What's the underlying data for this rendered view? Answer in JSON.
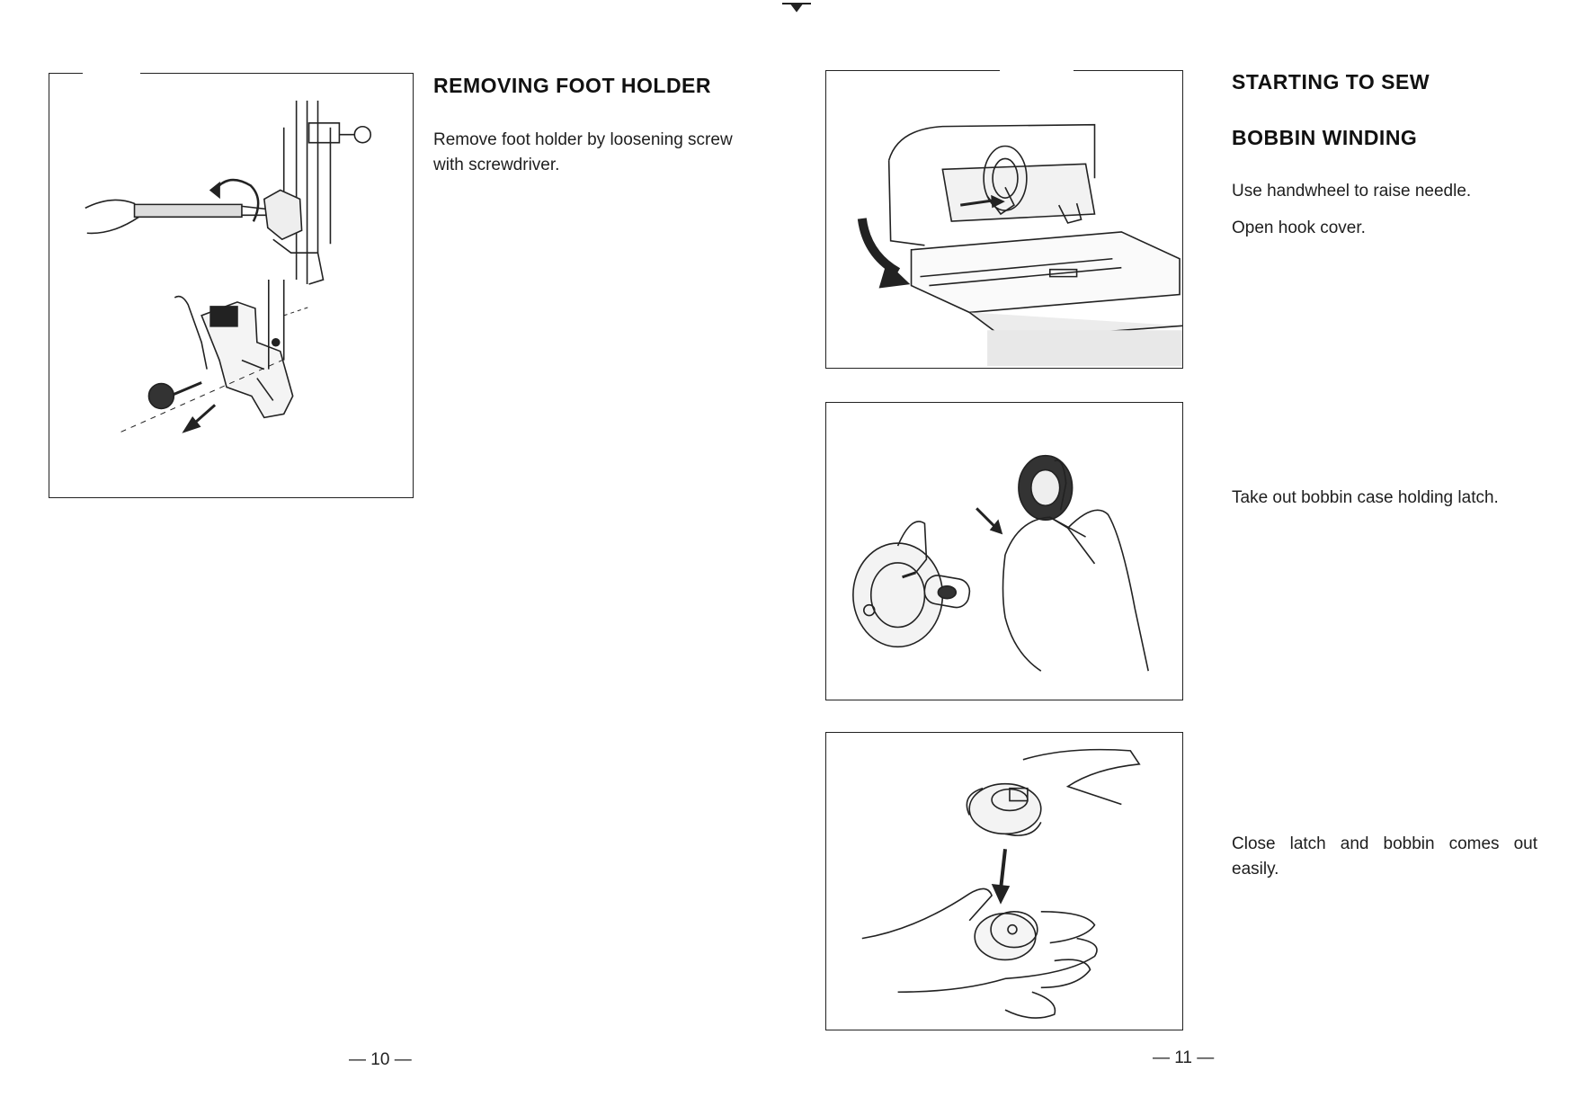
{
  "left_page": {
    "heading": "REMOVING FOOT HOLDER",
    "text": "Remove foot holder by loosening screw with screwdriver.",
    "page_number": "— 10 —",
    "figure_icon": "screwdriver-foot-holder-illustration"
  },
  "right_page": {
    "heading_1": "STARTING TO SEW",
    "heading_2": "BOBBIN WINDING",
    "step_1_line_1": "Use handwheel to raise needle.",
    "step_1_line_2": "Open hook cover.",
    "step_2": "Take out bobbin case holding latch.",
    "step_3": "Close latch and bobbin comes out easily.",
    "page_number": "— 11 —",
    "figure_1_icon": "hook-cover-illustration",
    "figure_2_icon": "bobbin-case-latch-illustration",
    "figure_3_icon": "bobbin-removal-illustration"
  },
  "colors": {
    "ink": "#1a1a1a",
    "paper": "#ffffff"
  }
}
